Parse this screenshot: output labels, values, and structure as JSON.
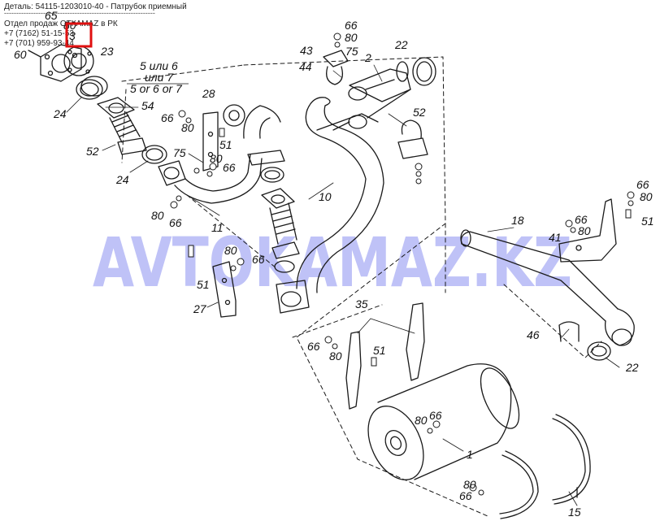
{
  "header": {
    "title": "Деталь: 54115-1203010-40 - Патрубок приемный",
    "rule": "--------------------------------------------------------------",
    "sales": "Отдел продаж ОТКАМАZ в РК",
    "phone1": "+7 (7162) 51-15-53",
    "phone2": "+7 (701) 959-93-44"
  },
  "watermark": {
    "text": "AVTOKAMAZ.KZ",
    "color": "#8a8ff0"
  },
  "highlight": {
    "color": "#e01010"
  },
  "variant_note": {
    "line1": "5 или 6",
    "line2": "или 7",
    "line3": "5 or 6 or 7"
  },
  "part_numbers": {
    "p65": "65",
    "p80a": "80",
    "p3a": "3",
    "p60": "60",
    "p23": "23",
    "p24a": "24",
    "p54": "54",
    "p52a": "52",
    "p24b": "24",
    "p66a": "66",
    "p80b": "80",
    "p28": "28",
    "p51a": "51",
    "p75a": "75",
    "p80c": "80",
    "p66b": "66",
    "p80d": "80",
    "p66c": "66",
    "p11": "11",
    "p66d": "66",
    "p80e": "80",
    "p43": "43",
    "p75b": "75",
    "p44": "44",
    "p2": "2",
    "p22a": "22",
    "p52b": "52",
    "p10": "10",
    "p80f": "80",
    "p51b": "51",
    "p66e": "66",
    "p27": "27",
    "p66f": "66",
    "p80g": "80",
    "p18": "18",
    "p66g": "66",
    "p80h": "80",
    "p41": "41",
    "p51c": "51",
    "p35": "35",
    "p66h": "66",
    "p80i": "80",
    "p51d": "51",
    "p46": "46",
    "p22b": "22",
    "p80j": "80",
    "p66i": "66",
    "p1": "1",
    "p66j": "66",
    "p80k": "80",
    "p15": "15"
  }
}
